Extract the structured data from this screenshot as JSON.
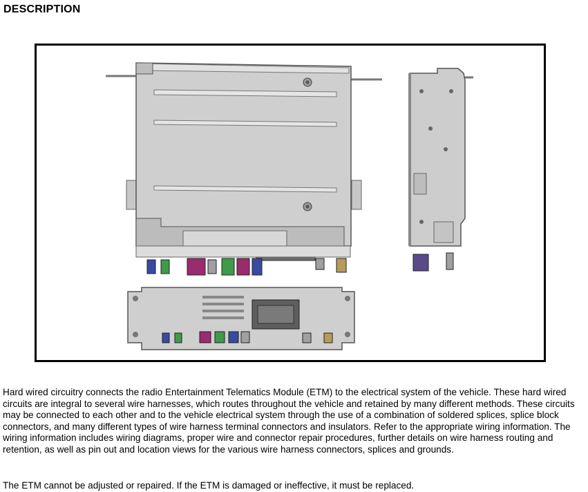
{
  "page": {
    "heading": "DESCRIPTION"
  },
  "figure": {
    "views": [
      "front-view",
      "side-view",
      "rear-view"
    ]
  },
  "paragraphs": [
    "Hard wired circuitry connects the radio Entertainment Telematics Module (ETM) to the electrical system of the vehicle. These hard wired circuits are integral to several wire harnesses, which routes throughout the vehicle and retained by many different methods. These circuits may be connected to each other and to the vehicle electrical system through the use of a combination of soldered splices, splice block connectors, and many different types of wire harness terminal connectors and insulators. Refer to the appropriate wiring information. The wiring information includes wiring diagrams, proper wire and connector repair procedures, further details on wire harness routing and retention, as well as pin out and location views for the various wire harness connectors, splices and grounds.",
    "The ETM cannot be adjusted or repaired. If the ETM is damaged or ineffective, it must be replaced."
  ],
  "colors": {
    "metal_light": "#d2d2d2",
    "metal_mid": "#b9b9b9",
    "metal_dark": "#8c8c8c",
    "outline": "#555555",
    "connector_blue": "#3a4aa0",
    "connector_green": "#3f9a4a",
    "connector_magenta": "#9a2b6e",
    "connector_gray": "#a0a0a0",
    "connector_tan": "#b89a5a"
  }
}
